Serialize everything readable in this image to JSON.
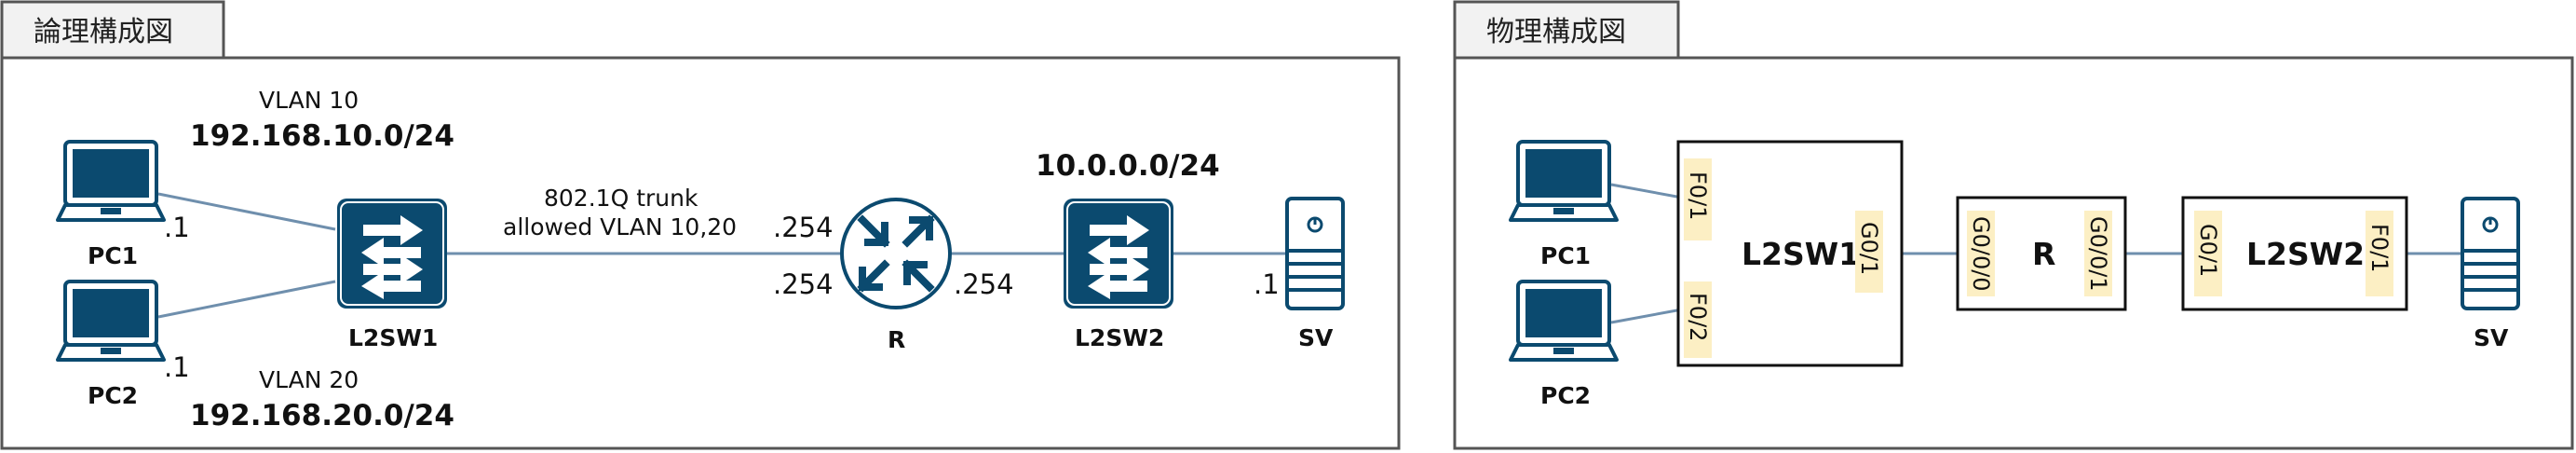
{
  "logical": {
    "title": "論理構成図",
    "pc1": {
      "name": "PC1",
      "ip": ".1"
    },
    "pc2": {
      "name": "PC2",
      "ip": ".1"
    },
    "vlan10": {
      "label": "VLAN 10",
      "network": "192.168.10.0/24"
    },
    "vlan20": {
      "label": "VLAN 20",
      "network": "192.168.20.0/24"
    },
    "trunk": {
      "line1": "802.1Q trunk",
      "line2": "allowed VLAN 10,20"
    },
    "l2sw1": {
      "name": "L2SW1"
    },
    "router": {
      "name": "R",
      "ip_top": ".254",
      "ip_mid": ".254",
      "ip_right": ".254"
    },
    "l2sw2": {
      "name": "L2SW2",
      "network": "10.0.0.0/24"
    },
    "sv": {
      "name": "SV",
      "ip": ".1"
    }
  },
  "physical": {
    "title": "物理構成図",
    "pc1": {
      "name": "PC1"
    },
    "pc2": {
      "name": "PC2"
    },
    "l2sw1": {
      "name": "L2SW1",
      "port_f01": "F0/1",
      "port_f02": "F0/2",
      "port_g01": "G0/1"
    },
    "router": {
      "name": "R",
      "port_g000": "G0/0/0",
      "port_g001": "G0/0/1"
    },
    "l2sw2": {
      "name": "L2SW2",
      "port_g01": "G0/1",
      "port_f01": "F0/1"
    },
    "sv": {
      "name": "SV"
    }
  },
  "colors": {
    "device": "#0b4a6f",
    "line": "#6f8fad",
    "port_bg": "#fcefc4",
    "frame": "#555555",
    "tab_bg": "#f2f2f2"
  }
}
